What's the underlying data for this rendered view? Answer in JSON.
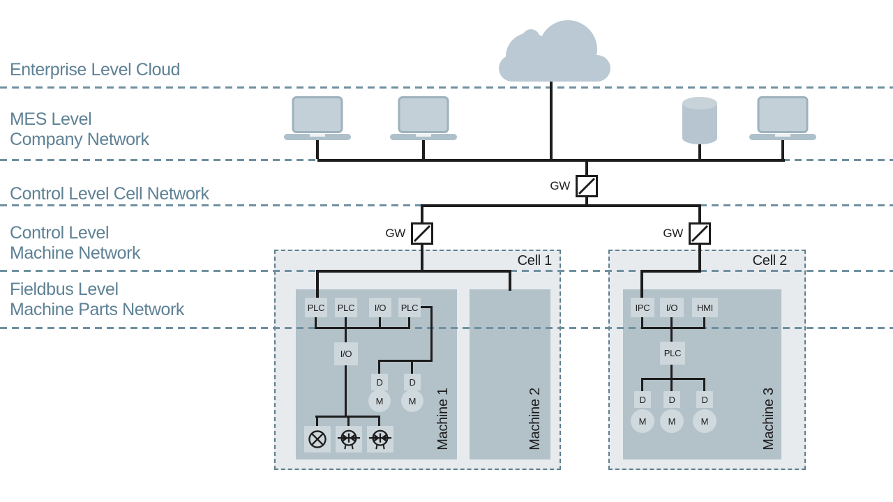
{
  "levels": [
    {
      "label": "Enterprise Level Cloud"
    },
    {
      "label": "MES Level\nCompany Network"
    },
    {
      "label": "Control Level Cell Network"
    },
    {
      "label": "Control Level\nMachine Network"
    },
    {
      "label": "Fieldbus Level\nMachine Parts Network"
    }
  ],
  "gw_label": "GW",
  "cell1": {
    "label": "Cell 1",
    "machine1": {
      "label": "Machine 1",
      "top_row": [
        "PLC",
        "PLC",
        "I/O",
        "PLC"
      ],
      "io": "I/O",
      "drives": [
        "D",
        "D"
      ],
      "motors": [
        "M",
        "M"
      ]
    },
    "machine2": {
      "label": "Machine 2"
    }
  },
  "cell2": {
    "label": "Cell 2",
    "machine3": {
      "label": "Machine 3",
      "top_row": [
        "IPC",
        "I/O",
        "HMI"
      ],
      "plc": "PLC",
      "drives": [
        "D",
        "D",
        "D"
      ],
      "motors": [
        "M",
        "M",
        "M"
      ]
    }
  },
  "colors": {
    "accent_text": "#5e8195",
    "dash_line": "#6f90a1",
    "cell_fill": "#e7ebee",
    "machine_fill": "#b3c1c9",
    "component_fill": "#cdd7dc",
    "device_fill": "#bac9d3",
    "line_black": "#1d1d1d"
  }
}
